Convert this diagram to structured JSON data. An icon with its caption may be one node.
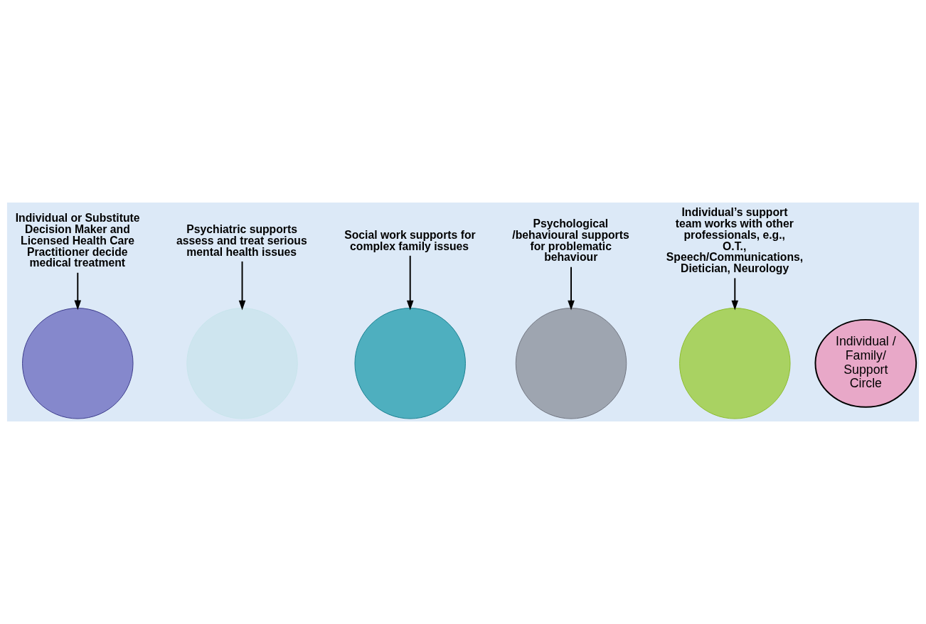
{
  "diagram": {
    "nodes": [
      {
        "text": [
          "Individual or Substitute Decision Maker and Licensed Health Care Practitioner decide medical treatment"
        ]
      },
      {
        "text": [
          "Psychiatric supports assess and treat serious mental health issues"
        ]
      },
      {
        "text": [
          "Social work supports for complex family issues"
        ]
      },
      {
        "text": [
          "Psychological /behavioural supports for problematic behaviour"
        ]
      },
      {
        "text": [
          "Individual’s support team works with other professionals, e.g., O.T., Speech/Communications, Dietician, Neurology"
        ]
      },
      {
        "text": [],
        "shape": "circle"
      },
      {
        "text": [],
        "shape": "circle"
      },
      {
        "text": [],
        "shape": "circle"
      },
      {
        "text": [],
        "shape": "circle"
      },
      {
        "text": [],
        "shape": "circle"
      },
      {
        "text": [
          "Individual /",
          "Family/ Support Circle"
        ]
      }
    ],
    "edges": [
      {
        "from": 0,
        "to": 5,
        "arrow": "to"
      },
      {
        "from": 1,
        "to": 6,
        "arrow": "to"
      },
      {
        "from": 2,
        "to": 7,
        "arrow": "to"
      },
      {
        "from": 3,
        "to": 8,
        "arrow": "to"
      },
      {
        "from": 4,
        "to": 9,
        "arrow": "to"
      }
    ]
  }
}
